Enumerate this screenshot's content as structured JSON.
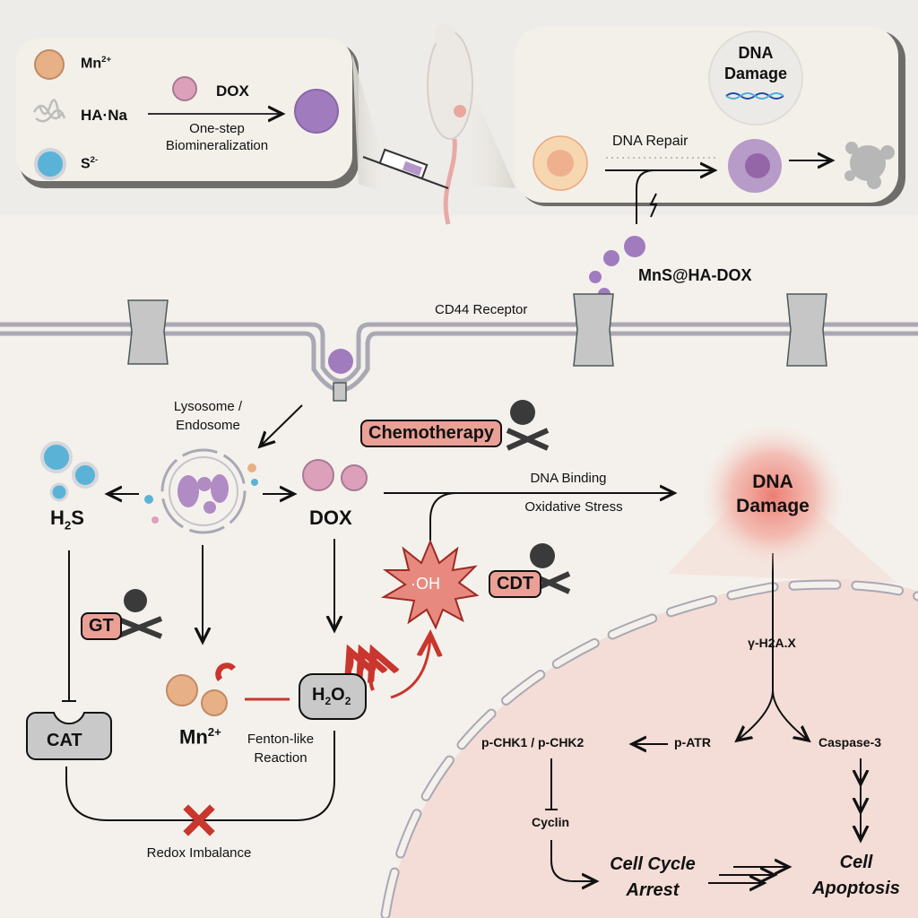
{
  "synthesis_panel": {
    "ingredients": [
      {
        "label": "Mn",
        "sup": "2+",
        "icon": "manganese-ion",
        "color": "#e8b086"
      },
      {
        "label": "HA·Na",
        "sup": "",
        "icon": "hyaluronate-strand",
        "color": "#c8c8c8"
      },
      {
        "label": "S",
        "sup": "2-",
        "icon": "sulfide-ion",
        "color": "#5ab3d6"
      }
    ],
    "reagent": {
      "label": "DOX",
      "color": "#dca0bb"
    },
    "process_line1": "One-step",
    "process_line2": "Biomineralization",
    "product_color": "#a07cbf"
  },
  "mechanism_panel": {
    "bubble_line1": "DNA",
    "bubble_line2": "Damage",
    "repair_label": "DNA Repair"
  },
  "nanoparticle_label": "MnS@HA-DOX",
  "receptor_label": "CD44 Receptor",
  "lysosome_line1": "Lysosome /",
  "lysosome_line2": "Endosome",
  "h2s": {
    "main": "H",
    "sub": "2",
    "tail": "S"
  },
  "dox_label": "DOX",
  "mn_label": {
    "main": "Mn",
    "sup": "2+"
  },
  "h2o2": {
    "h": "H",
    "s1": "2",
    "o": "O",
    "s2": "2"
  },
  "cat_label": "CAT",
  "fenton_line1": "Fenton-like",
  "fenton_line2": "Reaction",
  "redox_label": "Redox Imbalance",
  "oh_label": "·OH",
  "therapy_tags": {
    "chemo": "Chemotherapy",
    "cdt": "CDT",
    "gt": "GT"
  },
  "dna_binding": "DNA Binding",
  "oxidative_stress": "Oxidative Stress",
  "dna_damage_line1": "DNA",
  "dna_damage_line2": "Damage",
  "pathway": {
    "h2ax": "γ-H2A.X",
    "patr": "p-ATR",
    "pchk": "p-CHK1 / p-CHK2",
    "caspase": "Caspase-3",
    "cyclin": "Cyclin",
    "arrest_line1": "Cell Cycle",
    "arrest_line2": "Arrest",
    "apoptosis_line1": "Cell",
    "apoptosis_line2": "Apoptosis"
  },
  "colors": {
    "background": "#f4f1ec",
    "panel": "#f3f0ea",
    "nucleus": "#f3ddd6",
    "tag_fill": "#eba096",
    "accent_red": "#c9362d",
    "membrane": "#a9a8b4"
  }
}
